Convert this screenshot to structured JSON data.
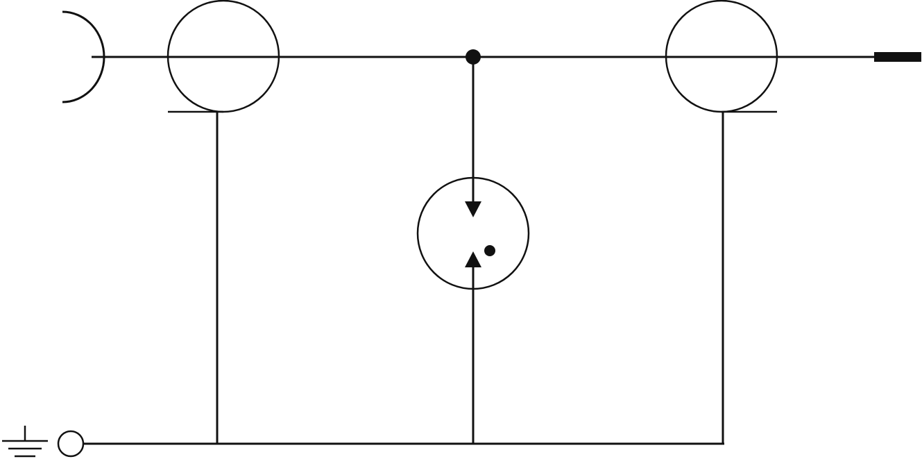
{
  "diagram": {
    "background": "#ffffff",
    "stroke_color": "#111111",
    "components": [
      {
        "name": "input-receptacle-icon",
        "kind": "receptacle"
      },
      {
        "name": "left-transistor-icon",
        "kind": "circle-with-bar"
      },
      {
        "name": "junction-dot-icon",
        "kind": "junction"
      },
      {
        "name": "right-transistor-icon",
        "kind": "circle-with-bar"
      },
      {
        "name": "output-terminal-icon",
        "kind": "terminal-bar"
      },
      {
        "name": "center-device-icon",
        "kind": "circle-with-arrows"
      },
      {
        "name": "ground-icon",
        "kind": "ground"
      },
      {
        "name": "ground-terminal-icon",
        "kind": "open-terminal"
      }
    ]
  }
}
